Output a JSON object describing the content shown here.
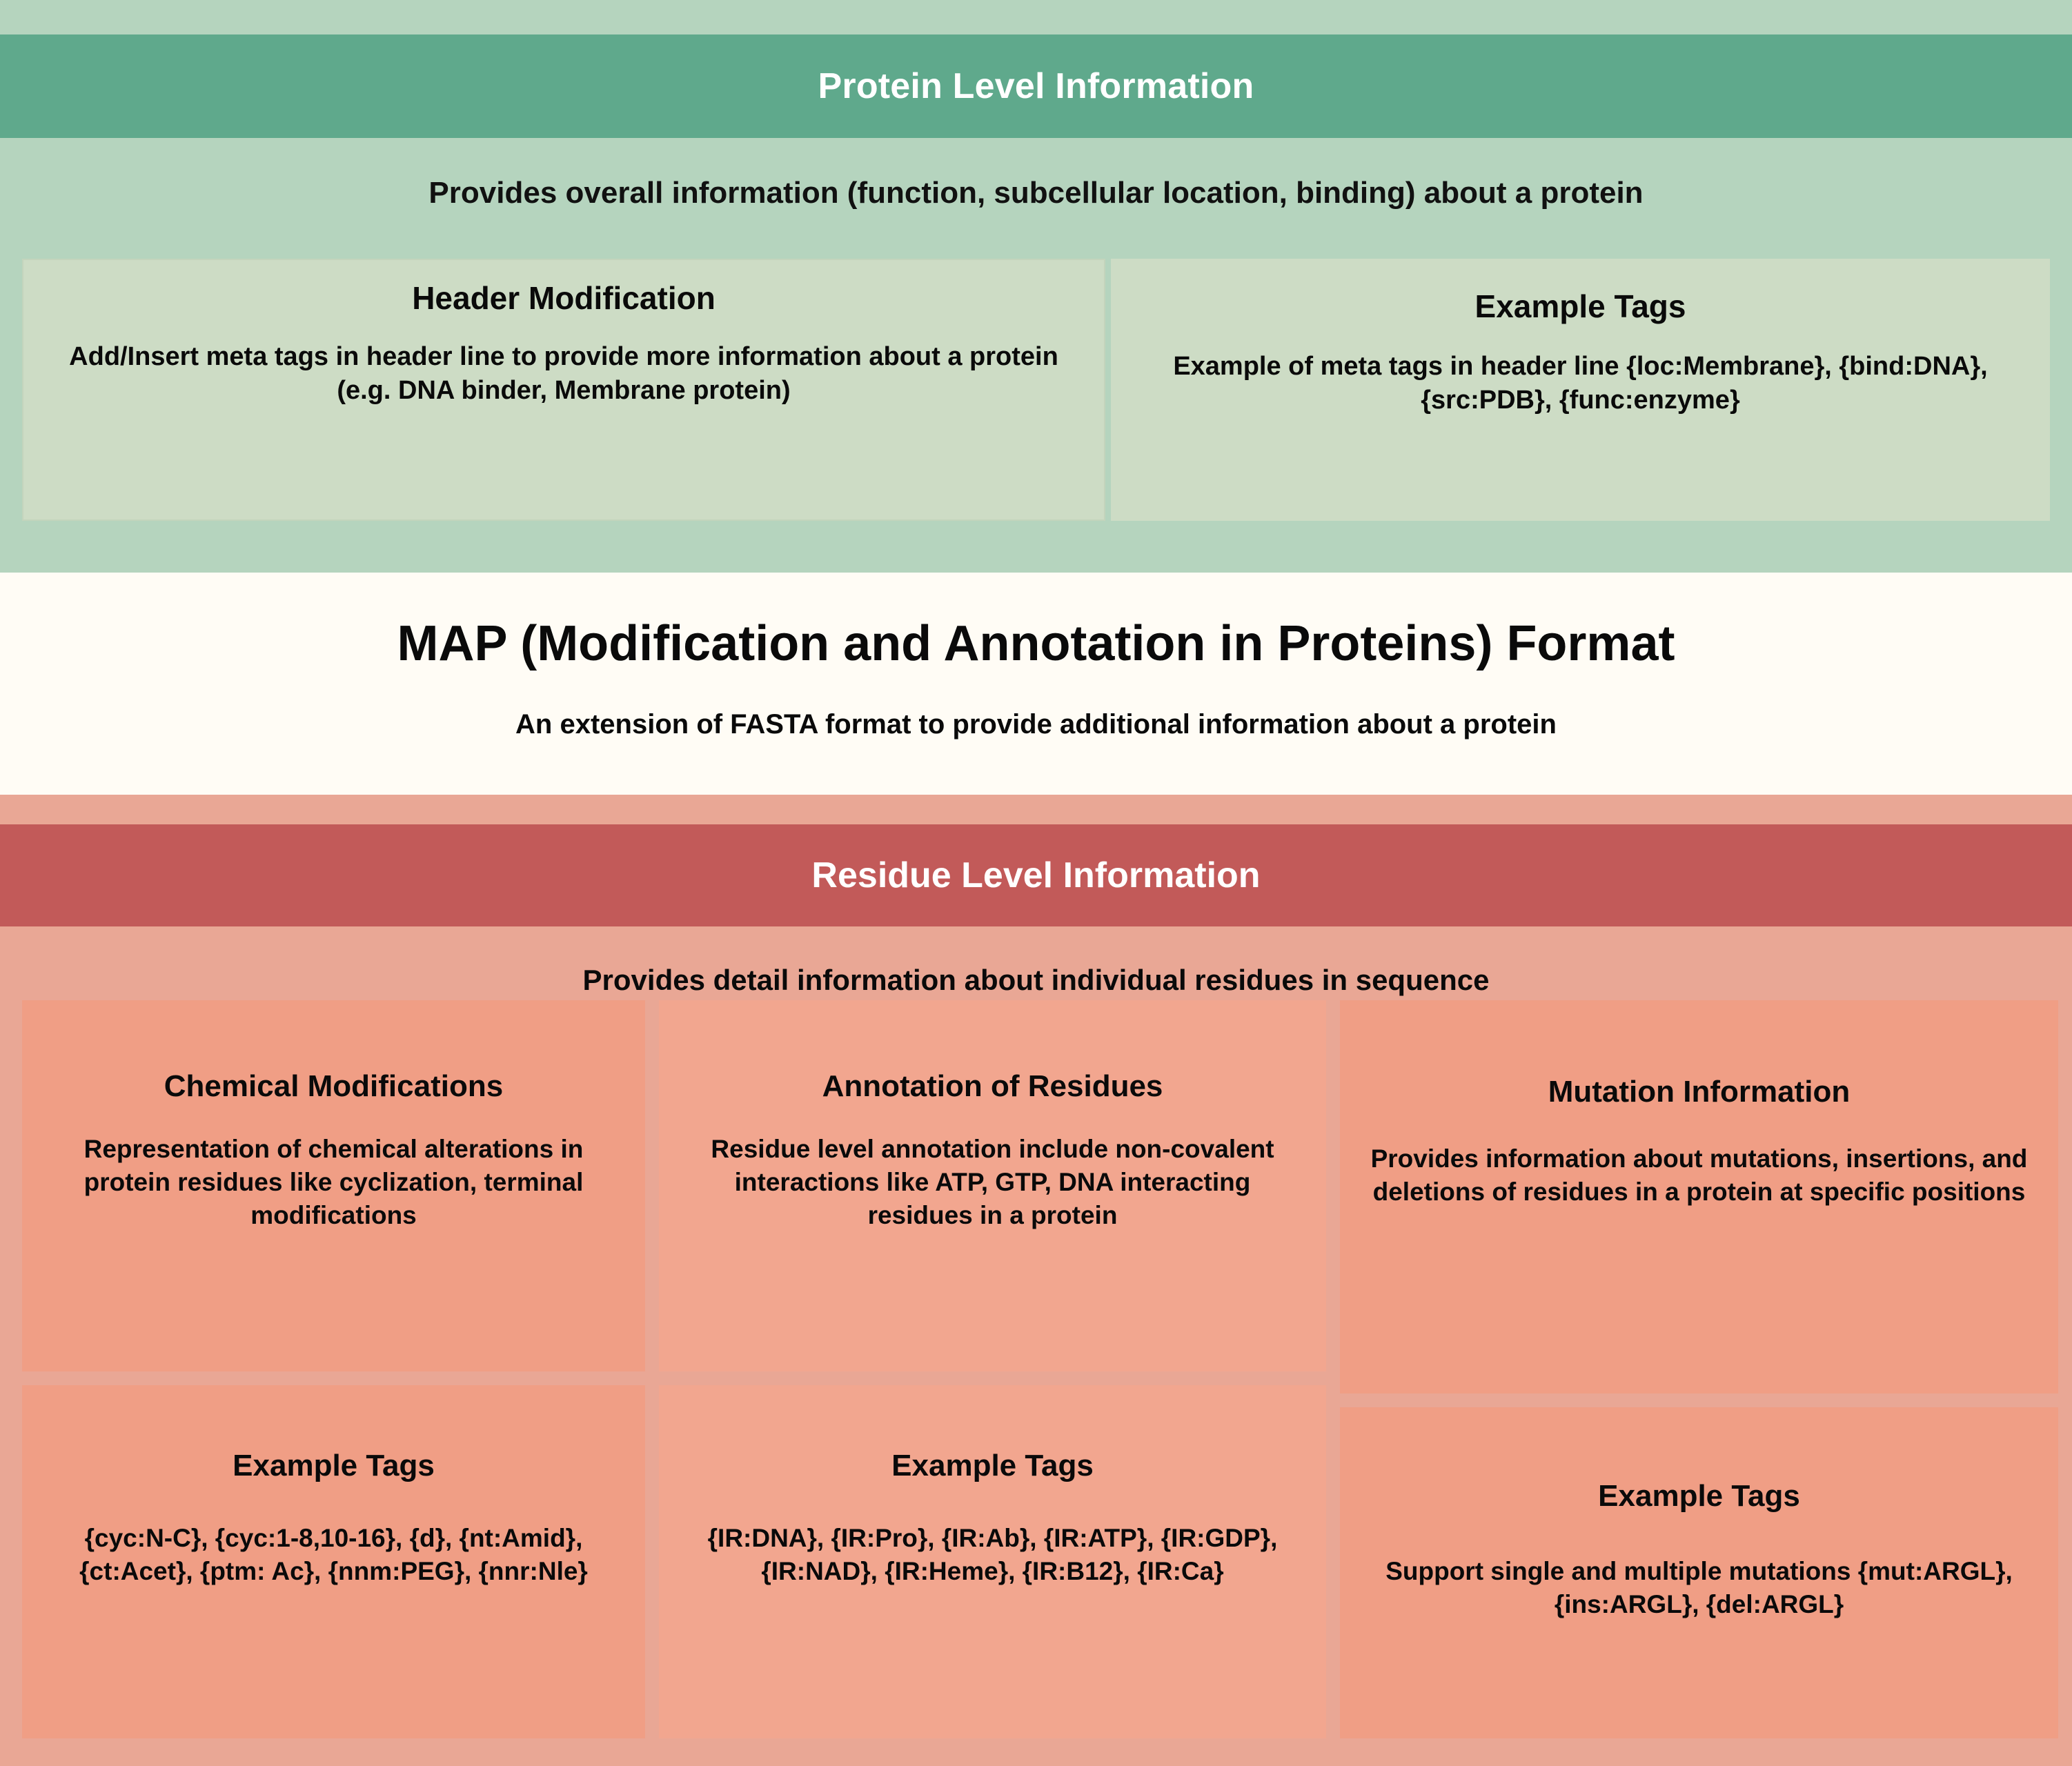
{
  "diagram": {
    "center_title": "MAP (Modification and Annotation in Proteins) Format",
    "center_subtitle": "An extension of FASTA format to provide additional information about a protein"
  },
  "protein_section": {
    "header_title": "Protein Level Information",
    "subtitle": "Provides overall information (function, subcellular location, binding) about a protein",
    "boxes": [
      {
        "title": "Header Modification",
        "body": "Add/Insert meta tags in header line to  provide more information about a protein (e.g. DNA binder, Membrane protein)"
      },
      {
        "title": "Example Tags",
        "body": "Example of meta tags in header line {loc:Membrane}, {bind:DNA}, {src:PDB}, {func:enzyme}"
      }
    ]
  },
  "residue_section": {
    "header_title": "Residue Level Information",
    "subtitle": "Provides detail information about individual residues in sequence",
    "columns": [
      {
        "title": "Chemical Modifications",
        "body": "Representation of chemical alterations in protein residues like cyclization, terminal modifications",
        "tags_title": "Example Tags",
        "tags_body": "{cyc:N-C}, {cyc:1-8,10-16}, {d}, {nt:Amid}, {ct:Acet}, {ptm: Ac}, {nnm:PEG}, {nnr:Nle}"
      },
      {
        "title": "Annotation of Residues",
        "body": "Residue level annotation include non-covalent interactions like ATP, GTP, DNA interacting residues in a protein",
        "tags_title": "Example Tags",
        "tags_body": "{IR:DNA}, {IR:Pro}, {IR:Ab}, {IR:ATP}, {IR:GDP}, {IR:NAD}, {IR:Heme}, {IR:B12}, {IR:Ca}"
      },
      {
        "title": "Mutation Information",
        "body": "Provides information about  mutations, insertions, and deletions of residues in a protein at specific positions",
        "tags_title": "Example Tags",
        "tags_body": "Support single and multiple mutations {mut:ARGL}, {ins:ARGL}, {del:ARGL}"
      }
    ]
  },
  "colors": {
    "protein_panel": "#B5D4BE",
    "protein_header": "#5FA98C",
    "protein_box": "#CDDCC5",
    "middle_band": "#FFFCF5",
    "residue_panel": "#E9A795",
    "residue_header": "#C25A59",
    "residue_card": "#F09E85",
    "header_text": "#FFFFFF",
    "body_text": "#0A0A0A"
  }
}
